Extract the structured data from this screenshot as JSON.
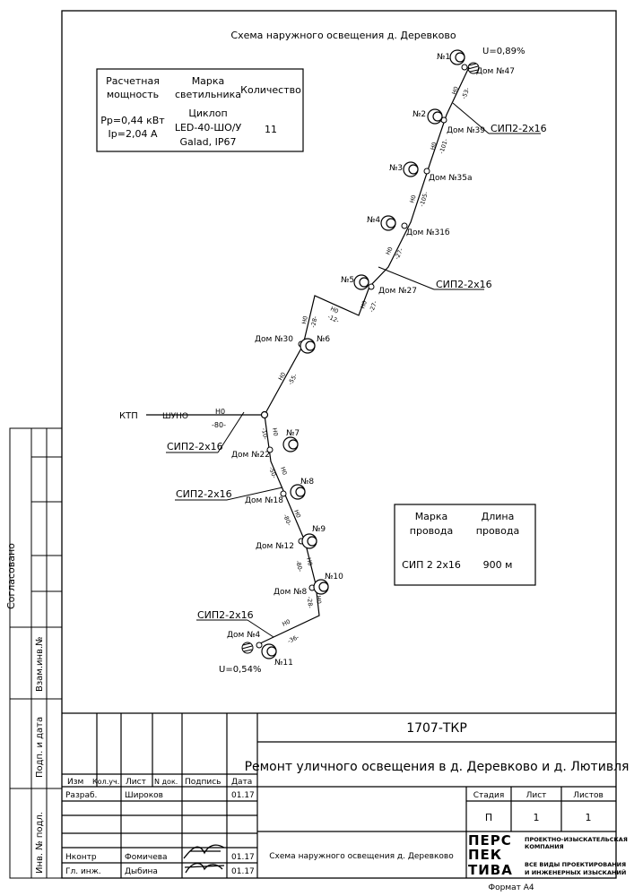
{
  "title": "Схема наружного освещения д. Деревково",
  "info_table": {
    "col1_head_1": "Расчетная",
    "col1_head_2": "мощность",
    "col2_head_1": "Марка",
    "col2_head_2": "светильника",
    "col3_head": "Количество",
    "power": "Pp=0,44 кВт",
    "current": "Ip=2,04 А",
    "lamp_1": "Циклоп",
    "lamp_2": "LED-40-ШО/У",
    "lamp_3": "Galad, IP67",
    "count": "11"
  },
  "wire_table": {
    "h1a": "Марка",
    "h1b": "провода",
    "h2a": "Длина",
    "h2b": "провода",
    "wire": "СИП 2 2х16",
    "length": "900 м"
  },
  "scheme": {
    "ktp": "КТП",
    "shuno": "ШУНО",
    "voltage_top": "U=0,89%",
    "voltage_bottom": "U=0,54%",
    "cables": [
      "СИП2-2х16",
      "СИП2-2х16",
      "СИП2-2х16",
      "СИП2-2х16",
      "СИП2-2х16"
    ],
    "lamps": [
      "№1",
      "№2",
      "№3",
      "№4",
      "№5",
      "№6",
      "№7",
      "№8",
      "№9",
      "№10",
      "№11"
    ],
    "houses": [
      "Дом №47",
      "Дом №39",
      "Дом №35а",
      "Дом №31б",
      "Дом №27",
      "Дом №30",
      "Дом №22",
      "Дом №18",
      "Дом №12",
      "Дом №8",
      "Дом №4"
    ],
    "spans": [
      "-53-",
      "-101-",
      "-105-",
      "-27-",
      "-27-",
      "-12-",
      "-28-",
      "-55-",
      "-80-",
      "-10-",
      "-50-",
      "-80-",
      "-80-",
      "-28-",
      "-36-"
    ],
    "span_mark": "Н0"
  },
  "side": {
    "agreed": "Согласовано",
    "replace": "Взам.инв.№",
    "sign_date": "Подп. и дата",
    "inv": "Инв. № подл."
  },
  "stamp": {
    "code": "1707-ТКР",
    "project": "Ремонт уличного освещения в д. Деревково и д. Лютивля",
    "sheet_title": "Схема наружного освещения д. Деревково",
    "h_izm": "Изм",
    "h_kol": "Кол.уч.",
    "h_list": "Лист",
    "h_ndok": "N док.",
    "h_podp": "Подпись",
    "h_data": "Дата",
    "razrab": "Разраб.",
    "razrab_name": "Широков",
    "razrab_date": "01.17",
    "nkontr": "Нконтр",
    "nkontr_name": "Фомичева",
    "nkontr_date": "01.17",
    "glinzh": "Гл. инж.",
    "glinzh_name": "Дыбина",
    "glinzh_date": "01.17",
    "stadia": "Стадия",
    "list": "Лист",
    "listov": "Листов",
    "stadia_val": "П",
    "list_val": "1",
    "listov_val": "1",
    "logo_1": "ПЕРС",
    "logo_2": "ПЕК",
    "logo_3": "ТИВА",
    "company_1": "ПРОЕКТНО-ИЗЫСКАТЕЛЬСКАЯ",
    "company_2": "КОМПАНИЯ",
    "company_3": "ВСЕ ВИДЫ ПРОЕКТИРОВАНИЯ",
    "company_4": "И ИНЖЕНЕРНЫХ ИЗЫСКАНИЙ",
    "format": "Формат А4"
  }
}
